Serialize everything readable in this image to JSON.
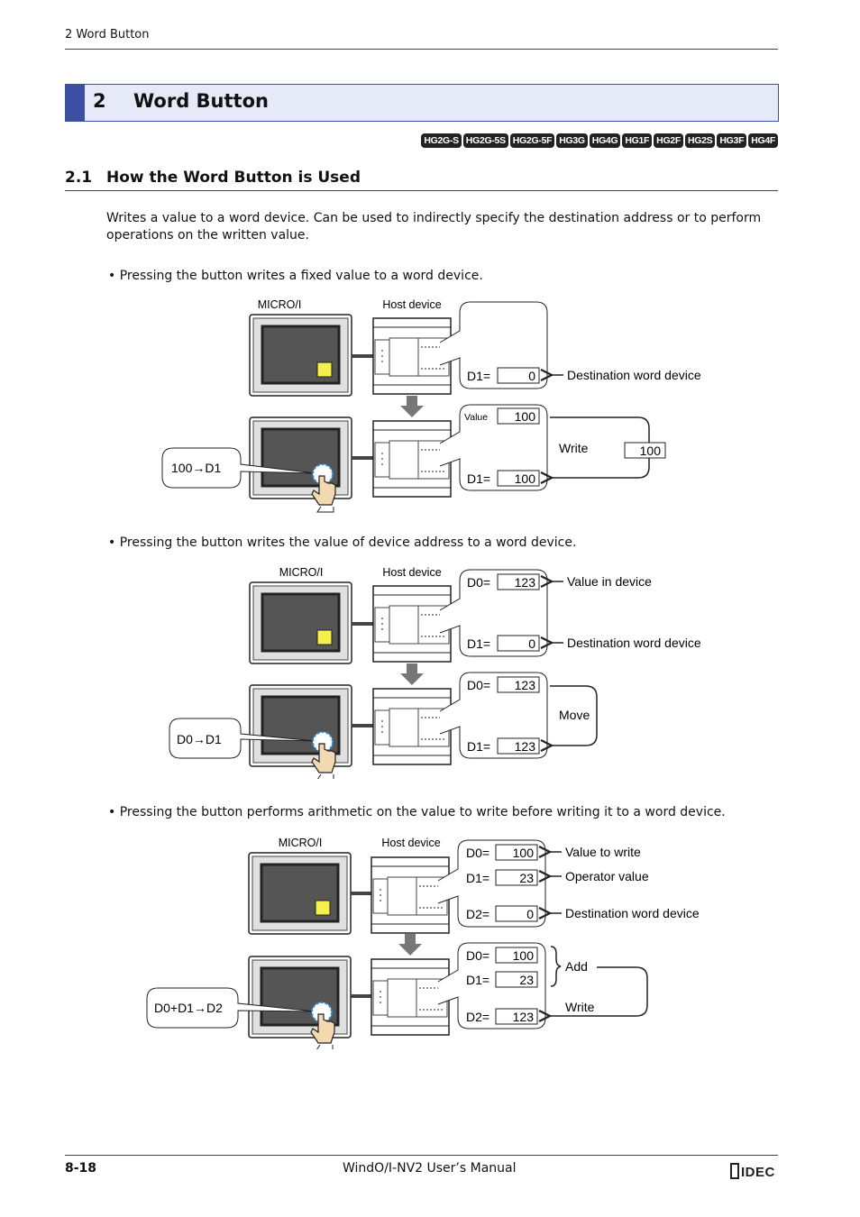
{
  "header": {
    "running_title": "2 Word Button"
  },
  "chapter": {
    "number": "2",
    "title": "Word Button"
  },
  "models": [
    "HG2G-S",
    "HG2G-5S",
    "HG2G-5F",
    "HG3G",
    "HG4G",
    "HG1F",
    "HG2F",
    "HG2S",
    "HG3F",
    "HG4F"
  ],
  "section": {
    "number": "2.1",
    "title": "How the Word Button is Used"
  },
  "intro": "Writes a value to a word device. Can be used to indirectly specify the destination address or to perform operations on the written value.",
  "bullets": [
    "Pressing the button writes a fixed value to a word device.",
    "Pressing the button writes the value of device address to a word device.",
    "Pressing the button performs arithmetic on the value to write before writing it to a word device."
  ],
  "figures": {
    "common": {
      "micro_label": "MICRO/I",
      "host_label": "Host device"
    },
    "fig1": {
      "before": {
        "d1_label": "D1=",
        "d1_value": "0",
        "dest_note": "Destination word device"
      },
      "after": {
        "value_label": "Value",
        "value": "100",
        "d1_label": "D1=",
        "d1_value": "100",
        "write_label": "Write",
        "write_value": "100"
      },
      "callout": "100→D1"
    },
    "fig2": {
      "before": {
        "d0_label": "D0=",
        "d0_value": "123",
        "d1_label": "D1=",
        "d1_value": "0",
        "value_note": "Value in device",
        "dest_note": "Destination word device"
      },
      "after": {
        "d0_label": "D0=",
        "d0_value": "123",
        "d1_label": "D1=",
        "d1_value": "123",
        "move_label": "Move"
      },
      "callout": "D0→D1"
    },
    "fig3": {
      "before": {
        "d0_label": "D0=",
        "d0_value": "100",
        "d1_label": "D1=",
        "d1_value": "23",
        "d2_label": "D2=",
        "d2_value": "0",
        "value_note": "Value to write",
        "operator_note": "Operator value",
        "dest_note": "Destination word device"
      },
      "after": {
        "d0_label": "D0=",
        "d0_value": "100",
        "d1_label": "D1=",
        "d1_value": "23",
        "d2_label": "D2=",
        "d2_value": "123",
        "add_label": "Add",
        "write_label": "Write"
      },
      "callout": "D0+D1→D2"
    }
  },
  "footer": {
    "page": "8-18",
    "title": "WindO/I-NV2 User’s Manual",
    "logo": "IDEC"
  },
  "colors": {
    "accent": "#3b4fa3",
    "accent_light": "#e6e9f7",
    "screen": "#555555",
    "button": "#f5f04a"
  }
}
